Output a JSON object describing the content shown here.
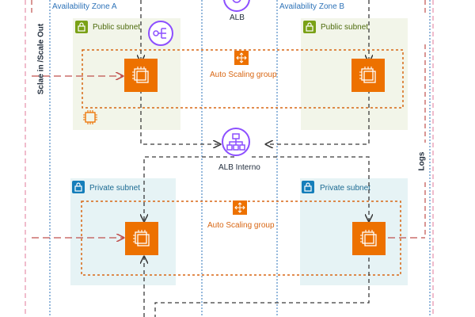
{
  "availability_zones": {
    "a_label": "Availability Zone A",
    "b_label": "Availability Zone B"
  },
  "load_balancers": {
    "public_label": "ALB",
    "internal_label": "ALB Interno"
  },
  "subnets": {
    "public_a_label": "Public subnet",
    "public_b_label": "Public subnet",
    "private_a_label": "Private subnet",
    "private_b_label": "Private subnet"
  },
  "auto_scaling": {
    "public_label": "Auto Scaling group",
    "private_label": "Auto Scaling group"
  },
  "side_labels": {
    "scale_label": "Sclae in /Scale Out",
    "logs_label": "Logs"
  },
  "colors": {
    "alb_purple": "#8c4fff",
    "ec2_orange": "#ed7100",
    "asg_border": "#d86613",
    "public_subnet_fill": "#f2f5e9",
    "private_subnet_fill": "#e6f3f5",
    "public_subnet_icon": "#7aa116",
    "private_subnet_icon": "#147eba",
    "az_line": "#2e73b8",
    "outer_region_line": "#e07a9a",
    "arrow_red": "#c0504d",
    "arrow_dark": "#3b3b3b"
  },
  "icons": {
    "subnet": "lock-icon",
    "instance": "ec2-instance-icon",
    "auto_scaling": "auto-scaling-icon",
    "load_balancer": "application-load-balancer-icon",
    "chip": "chip-icon"
  }
}
